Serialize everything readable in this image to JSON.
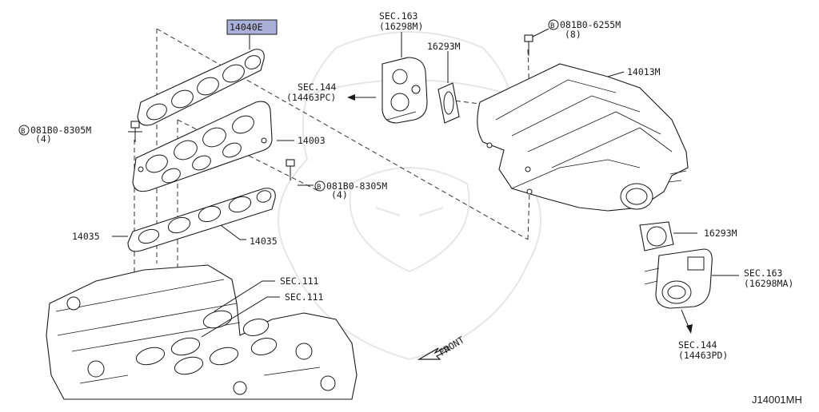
{
  "parts": {
    "p14040e": "14040E",
    "p14003": "14003",
    "p14035_left": "14035",
    "p14035_right": "14035",
    "p14013m": "14013M",
    "p16293m_top": "16293M",
    "p16293m_right": "16293M"
  },
  "bolts": {
    "top_right_code": "081B0-6255M",
    "top_right_qty": "(8)",
    "left_code": "081B0-8305M",
    "left_qty": "(4)",
    "mid_code": "081B0-8305M",
    "mid_qty": "(4)",
    "symbol": "B"
  },
  "sections": {
    "sec163_top": "SEC.163",
    "sec163_top_ref": "(16298M)",
    "sec144_left": "SEC.144",
    "sec144_left_ref": "(14463PC)",
    "sec111_a": "SEC.111",
    "sec111_b": "SEC.111",
    "sec163_right": "SEC.163",
    "sec163_right_ref": "(16298MA)",
    "sec144_bottom": "SEC.144",
    "sec144_bottom_ref": "(14463PD)"
  },
  "front_label": "FRONT",
  "diagram_id": "J14001MH",
  "highlight_color": "#aab0d8"
}
